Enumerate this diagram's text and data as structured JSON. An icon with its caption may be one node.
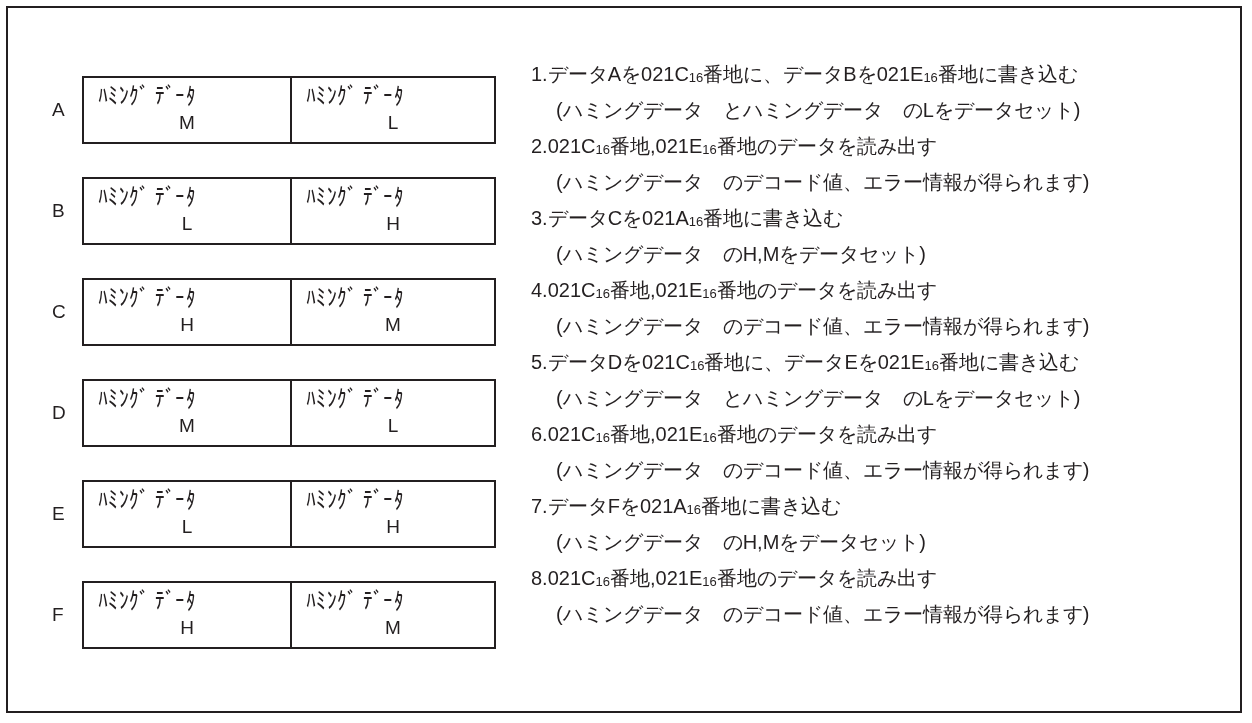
{
  "diagram": {
    "nodes": [
      {
        "text": [],
        "shape": "box",
        "beside": [
          "A"
        ]
      },
      {
        "text": [
          "ﾊﾐﾝｸﾞ ﾃﾞｰﾀ",
          "M"
        ],
        "in": 0
      },
      {
        "text": [
          "ﾊﾐﾝｸﾞ ﾃﾞｰﾀ",
          "L"
        ],
        "in": 0
      },
      {
        "text": [],
        "shape": "box",
        "beside": [
          "B"
        ]
      },
      {
        "text": [
          "ﾊﾐﾝｸﾞ ﾃﾞｰﾀ",
          "L"
        ],
        "in": 3
      },
      {
        "text": [
          "ﾊﾐﾝｸﾞ ﾃﾞｰﾀ",
          "H"
        ],
        "in": 3
      },
      {
        "text": [],
        "shape": "box",
        "beside": [
          "C"
        ]
      },
      {
        "text": [
          "ﾊﾐﾝｸﾞ ﾃﾞｰﾀ",
          "H"
        ],
        "in": 6
      },
      {
        "text": [
          "ﾊﾐﾝｸﾞ ﾃﾞｰﾀ",
          "M"
        ],
        "in": 6
      },
      {
        "text": [],
        "shape": "box",
        "beside": [
          "D"
        ]
      },
      {
        "text": [
          "ﾊﾐﾝｸﾞ ﾃﾞｰﾀ",
          "M"
        ],
        "in": 9
      },
      {
        "text": [
          "ﾊﾐﾝｸﾞ ﾃﾞｰﾀ",
          "L"
        ],
        "in": 9
      },
      {
        "text": [],
        "shape": "box",
        "beside": [
          "E"
        ]
      },
      {
        "text": [
          "ﾊﾐﾝｸﾞ ﾃﾞｰﾀ",
          "L"
        ],
        "in": 12
      },
      {
        "text": [
          "ﾊﾐﾝｸﾞ ﾃﾞｰﾀ",
          "H"
        ],
        "in": 12
      },
      {
        "text": [],
        "shape": "box",
        "beside": [
          "F"
        ]
      },
      {
        "text": [
          "ﾊﾐﾝｸﾞ ﾃﾞｰﾀ",
          "H"
        ],
        "in": 15
      },
      {
        "text": [
          "ﾊﾐﾝｸﾞ ﾃﾞｰﾀ",
          "M"
        ],
        "in": 15
      }
    ],
    "labels": [
      "1.データAを021C$_{16}$番地に、データBを021E$_{16}$番地に書き込む",
      "(ハミングデータ　とハミングデータ　のLをデータセット)",
      "2.021C$_{16}$番地,021E$_{16}$番地のデータを読み出す",
      "(ハミングデータ　のデコード値、エラー情報が得られます)",
      "3.データCを021A$_{16}$番地に書き込む",
      "(ハミングデータ　のH,Mをデータセット)",
      "4.021C$_{16}$番地,021E$_{16}$番地のデータを読み出す",
      "(ハミングデータ　のデコード値、エラー情報が得られます)",
      "5.データDを021C$_{16}$番地に、データEを021E$_{16}$番地に書き込む",
      "(ハミングデータ　とハミングデータ　のLをデータセット)",
      "6.021C$_{16}$番地,021E$_{16}$番地のデータを読み出す",
      "(ハミングデータ　のデコード値、エラー情報が得られます)",
      "7.データFを021A$_{16}$番地に書き込む",
      "(ハミングデータ　のH,Mをデータセット)",
      "8.021C$_{16}$番地,021E$_{16}$番地のデータを読み出す",
      "(ハミングデータ　のデコード値、エラー情報が得られます)"
    ]
  }
}
